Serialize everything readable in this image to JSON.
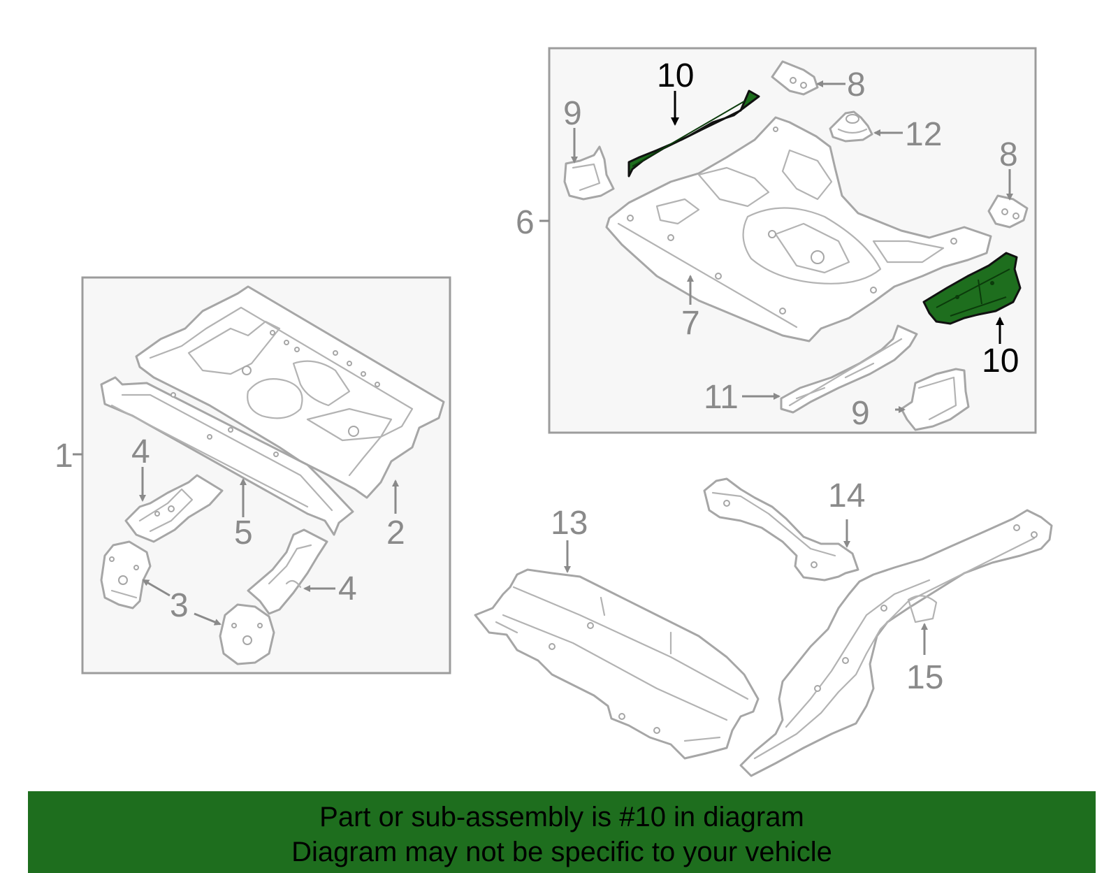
{
  "diagram": {
    "callouts": {
      "c1": "1",
      "c2": "2",
      "c3": "3",
      "c4a": "4",
      "c4b": "4",
      "c5": "5",
      "c6": "6",
      "c7": "7",
      "c8a": "8",
      "c8b": "8",
      "c9a": "9",
      "c9b": "9",
      "c10a": "10",
      "c10b": "10",
      "c11": "11",
      "c12": "12",
      "c13": "13",
      "c14": "14",
      "c15": "15"
    },
    "highlight_color": "#1e6e1e",
    "line_color": "#a6a6a6"
  },
  "banner": {
    "line1": "Part or sub-assembly is #10 in diagram",
    "line2": "Diagram may not be specific to your vehicle",
    "background": "#1e6e1e"
  }
}
